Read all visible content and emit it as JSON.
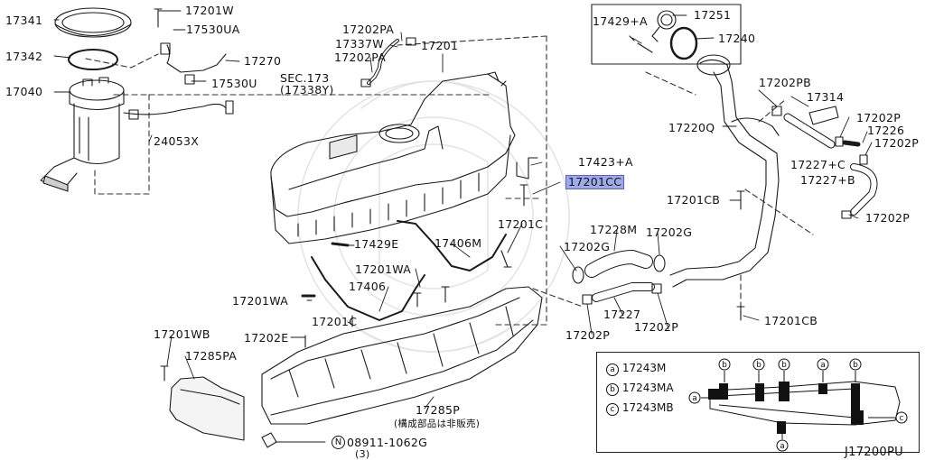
{
  "diagram": {
    "callouts": {
      "p17341": "17341",
      "p17201W": "17201W",
      "p17530UA": "17530UA",
      "p17342": "17342",
      "p17270": "17270",
      "p17530U": "17530U",
      "p17040": "17040",
      "p24053X": "24053X",
      "p17202PA_top": "17202PA",
      "p17337W": "17337W",
      "p17201": "17201",
      "p17202PA_mid": "17202PA",
      "sec173": "SEC.173",
      "sec173_sub": "(17338Y)",
      "p17429A": "17429+A",
      "p17251": "17251",
      "p17240": "17240",
      "p17202PB": "17202PB",
      "p17314": "17314",
      "p17220Q": "17220Q",
      "p17202P_r1": "17202P",
      "p17226": "17226",
      "p17202P_r2": "17202P",
      "p17227C": "17227+C",
      "p17227B": "17227+B",
      "p17423A": "17423+A",
      "p17201CC": "17201CC",
      "p17201CB_top": "17201CB",
      "p17202P_r3": "17202P",
      "p17201C": "17201C",
      "p17228M": "17228M",
      "p17202G_a": "17202G",
      "p17202G_b": "17202G",
      "p17429E": "17429E",
      "p17406M": "17406M",
      "p17201WA_a": "17201WA",
      "p17406": "17406",
      "p17201WA_b": "17201WA",
      "p17201C_b": "17201C",
      "p17227": "17227",
      "p17202P_b1": "17202P",
      "p17202P_b2": "17202P",
      "p17201CB_bot": "17201CB",
      "p17201WB": "17201WB",
      "p17202E": "17202E",
      "p17285PA": "17285PA",
      "p17285P": "17285P",
      "p17285P_note": "(構成部品は非販売)",
      "p08911": "08911-1062G",
      "p08911_qty": "(3)",
      "p08911_mark": "N"
    },
    "legend": {
      "items": [
        {
          "mark": "a",
          "part": "17243M"
        },
        {
          "mark": "b",
          "part": "17243MA"
        },
        {
          "mark": "c",
          "part": "17243MB"
        }
      ],
      "clip_marks": {
        "a": "a",
        "b": "b",
        "c": "c"
      }
    },
    "drawing_code": "J17200PU",
    "colors": {
      "line": "#1a1a1a",
      "highlight": "#9fa9e6",
      "background": "#ffffff"
    }
  }
}
